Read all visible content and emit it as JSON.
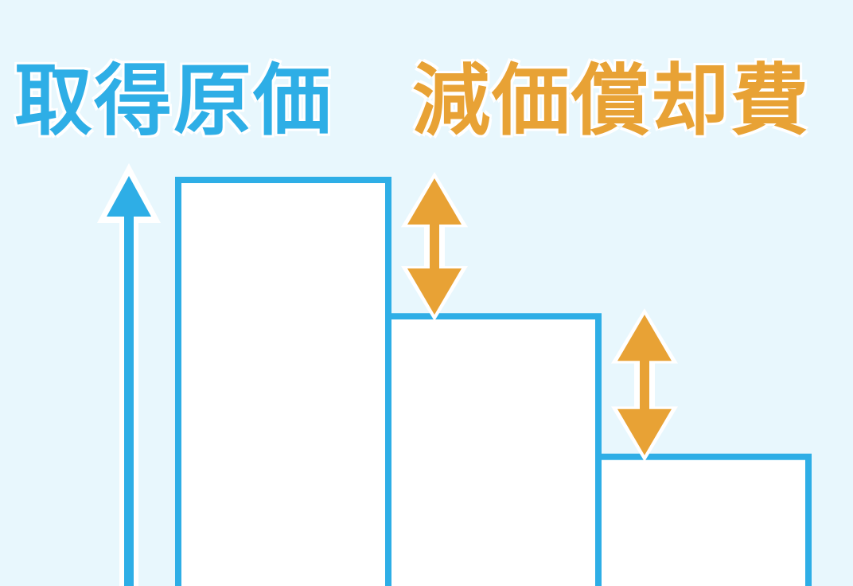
{
  "labels": {
    "acquisition_cost": "取得原価",
    "depreciation_expense": "減価償却費"
  },
  "colors": {
    "background": "#e8f7fd",
    "cost_blue": "#2eaee6",
    "depreciation_orange": "#e8a235",
    "fill_white": "#ffffff"
  },
  "chart_data": {
    "type": "bar",
    "categories": [
      "",
      "",
      ""
    ],
    "values": [
      100,
      67,
      33
    ],
    "series": [],
    "title": "",
    "xlabel": "",
    "ylabel": "",
    "grid": false
  }
}
